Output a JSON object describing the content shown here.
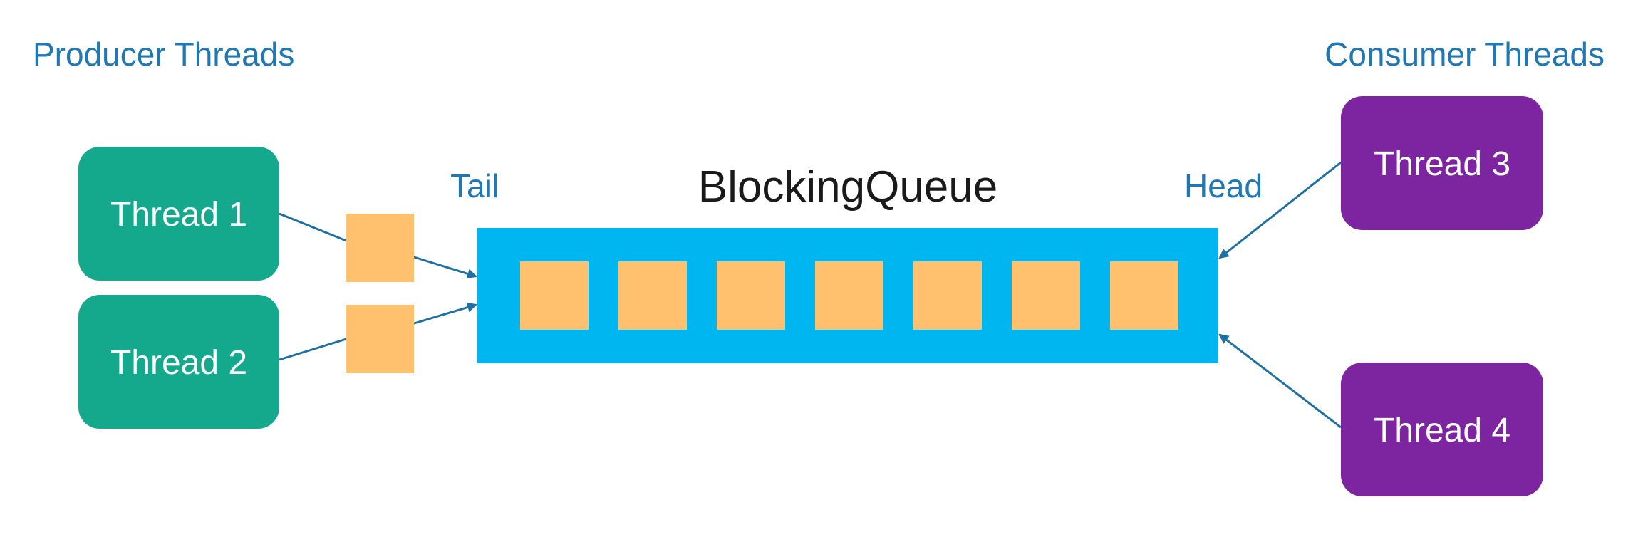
{
  "labels": {
    "producer_section": "Producer Threads",
    "consumer_section": "Consumer Threads",
    "queue_title": "BlockingQueue",
    "tail": "Tail",
    "head": "Head"
  },
  "producers": [
    {
      "label": "Thread 1"
    },
    {
      "label": "Thread 2"
    }
  ],
  "consumers": [
    {
      "label": "Thread 3"
    },
    {
      "label": "Thread 4"
    }
  ],
  "queue": {
    "item_count": 7
  },
  "pending_items": {
    "count": 2
  },
  "colors": {
    "label_text": "#1f78b4",
    "title_text": "#1a1a1a",
    "producer_fill": "#14a88c",
    "consumer_fill": "#7d25a0",
    "queue_fill": "#00b6f1",
    "item_fill": "#ffc16e",
    "arrow": "#1f6fa3",
    "thread_text": "#ffffff"
  }
}
